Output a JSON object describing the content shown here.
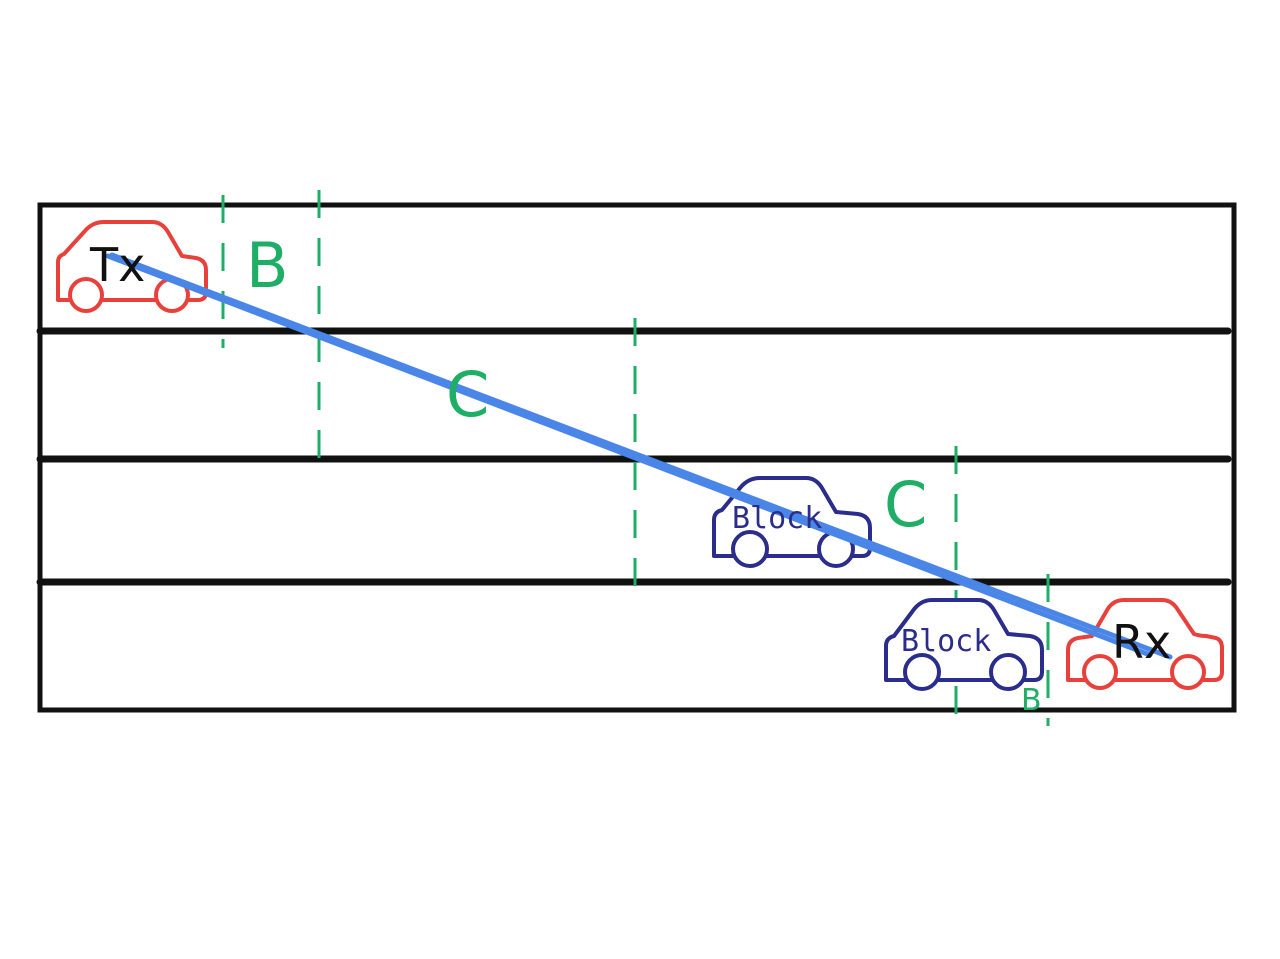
{
  "colors": {
    "road": "#111111",
    "endpoint_car": "#e8413c",
    "blocking_car": "#2b2d8c",
    "ray": "#4a86e8",
    "zone": "#1fae66",
    "car_text": "#111111"
  },
  "cars": {
    "tx": {
      "label": "Tx"
    },
    "rx": {
      "label": "Rx"
    },
    "blocker_1": {
      "label": "Block"
    },
    "blocker_2": {
      "label": "Block"
    }
  },
  "zones": {
    "b_near_tx": {
      "label": "B"
    },
    "c_middle": {
      "label": "C"
    },
    "c_near_rx": {
      "label": "C"
    },
    "b_near_rx": {
      "label": "B"
    }
  }
}
